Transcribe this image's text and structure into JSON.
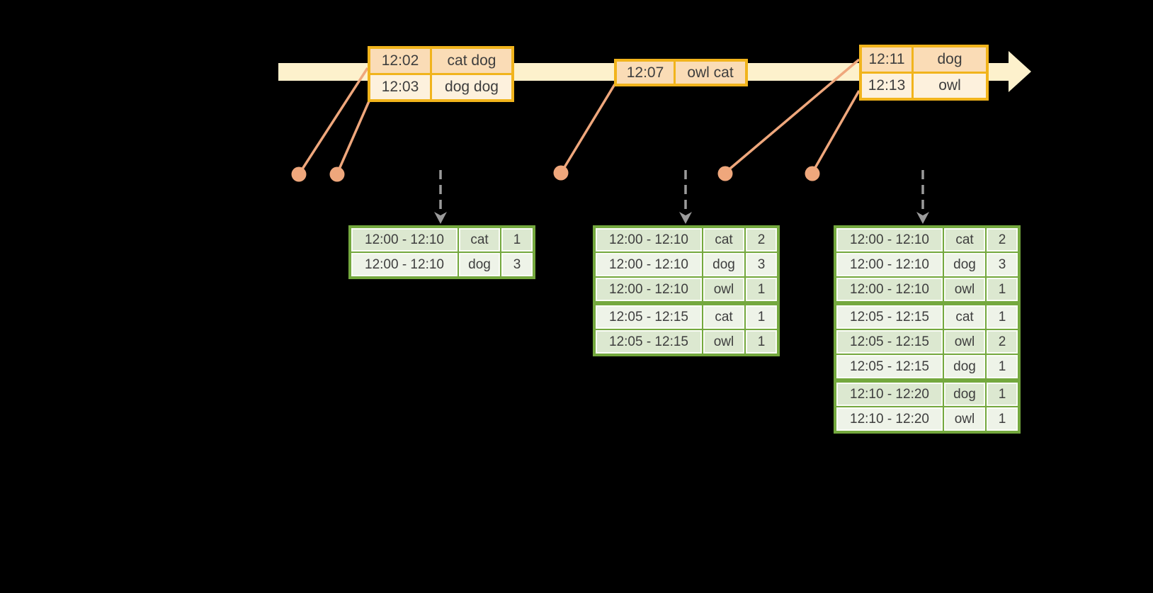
{
  "colors": {
    "background": "#000000",
    "timeline_band": "#fdf1cc",
    "event_table_border": "#f1b41c",
    "event_row_dark": "#fadcb6",
    "event_row_light": "#fdf1dd",
    "connector_and_dots": "#efa77c",
    "result_table_border": "#74a83e",
    "result_row_dark": "#dce8d0",
    "result_row_light": "#eef3e8",
    "trigger_arrow": "#9b9b9b",
    "text": "#3e3e3e"
  },
  "icons": {
    "timeline_arrowhead": "right-arrow",
    "trigger_arrowhead": "down-arrow"
  },
  "event_tables": [
    {
      "rows": [
        {
          "time": "12:02",
          "words": "cat dog"
        },
        {
          "time": "12:03",
          "words": "dog dog"
        }
      ]
    },
    {
      "rows": [
        {
          "time": "12:07",
          "words": "owl cat"
        }
      ]
    },
    {
      "rows": [
        {
          "time": "12:11",
          "words": "dog"
        },
        {
          "time": "12:13",
          "words": "owl"
        }
      ]
    }
  ],
  "result_tables": [
    {
      "rows": [
        {
          "window": "12:00 - 12:10",
          "word": "cat",
          "count": "1"
        },
        {
          "window": "12:00 - 12:10",
          "word": "dog",
          "count": "3"
        }
      ]
    },
    {
      "rows": [
        {
          "window": "12:00 - 12:10",
          "word": "cat",
          "count": "2"
        },
        {
          "window": "12:00 - 12:10",
          "word": "dog",
          "count": "3"
        },
        {
          "window": "12:00 - 12:10",
          "word": "owl",
          "count": "1"
        },
        {
          "window": "12:05 - 12:15",
          "word": "cat",
          "count": "1"
        },
        {
          "window": "12:05 - 12:15",
          "word": "owl",
          "count": "1"
        }
      ]
    },
    {
      "rows": [
        {
          "window": "12:00 - 12:10",
          "word": "cat",
          "count": "2"
        },
        {
          "window": "12:00 - 12:10",
          "word": "dog",
          "count": "3"
        },
        {
          "window": "12:00 - 12:10",
          "word": "owl",
          "count": "1"
        },
        {
          "window": "12:05 - 12:15",
          "word": "cat",
          "count": "1"
        },
        {
          "window": "12:05 - 12:15",
          "word": "owl",
          "count": "2"
        },
        {
          "window": "12:05 - 12:15",
          "word": "dog",
          "count": "1"
        },
        {
          "window": "12:10 - 12:20",
          "word": "dog",
          "count": "1"
        },
        {
          "window": "12:10 - 12:20",
          "word": "owl",
          "count": "1"
        }
      ]
    }
  ]
}
